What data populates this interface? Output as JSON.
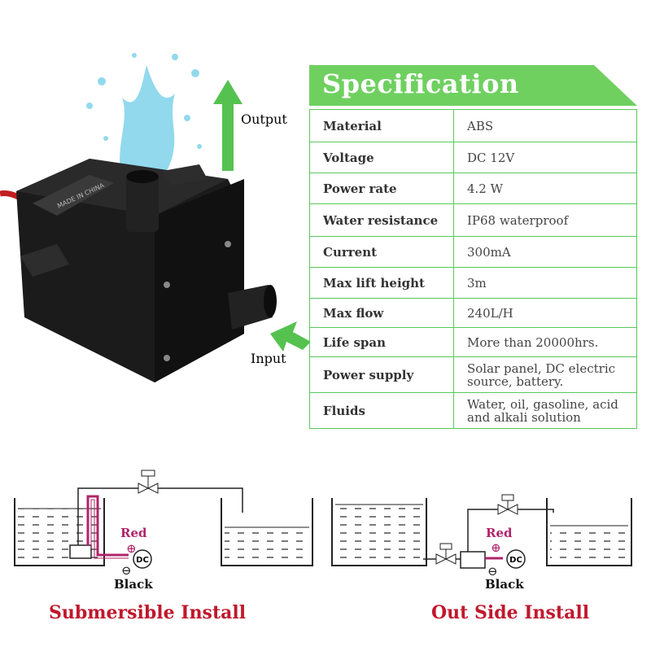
{
  "photo": {
    "output_label": "Output",
    "input_label": "Input",
    "pump_body_text": "MADE IN CHINA"
  },
  "spec": {
    "title": "Specification",
    "rows": [
      {
        "key": "Material",
        "value": "ABS"
      },
      {
        "key": "Voltage",
        "value": "DC 12V"
      },
      {
        "key": "Power rate",
        "value": "4.2 W"
      },
      {
        "key": "Water resistance",
        "value": "IP68 waterproof"
      },
      {
        "key": "Current",
        "value": "300mA"
      },
      {
        "key": "Max lift height",
        "value": "3m"
      },
      {
        "key": "Max flow",
        "value": "240L/H"
      },
      {
        "key": "Life span",
        "value": "More than 20000hrs."
      },
      {
        "key": "Power supply",
        "value": "Solar panel, DC electric source, battery."
      },
      {
        "key": "Fluids",
        "value": "Water, oil, gasoline, acid and alkali solution"
      }
    ],
    "colors": {
      "header_green": "#6fd060",
      "border_green": "#57c95b"
    }
  },
  "diagrams": {
    "submersible": {
      "title": "Submersible Install",
      "red_label": "Red",
      "black_label": "Black",
      "dc_label": "DC",
      "plus": "⊕",
      "minus": "⊖"
    },
    "outside": {
      "title": "Out Side Install",
      "red_label": "Red",
      "black_label": "Black",
      "dc_label": "DC",
      "plus": "⊕",
      "minus": "⊖"
    },
    "colors": {
      "title_red": "#c0182d",
      "wire_red": "#b0246b",
      "line_black": "#222222"
    }
  }
}
